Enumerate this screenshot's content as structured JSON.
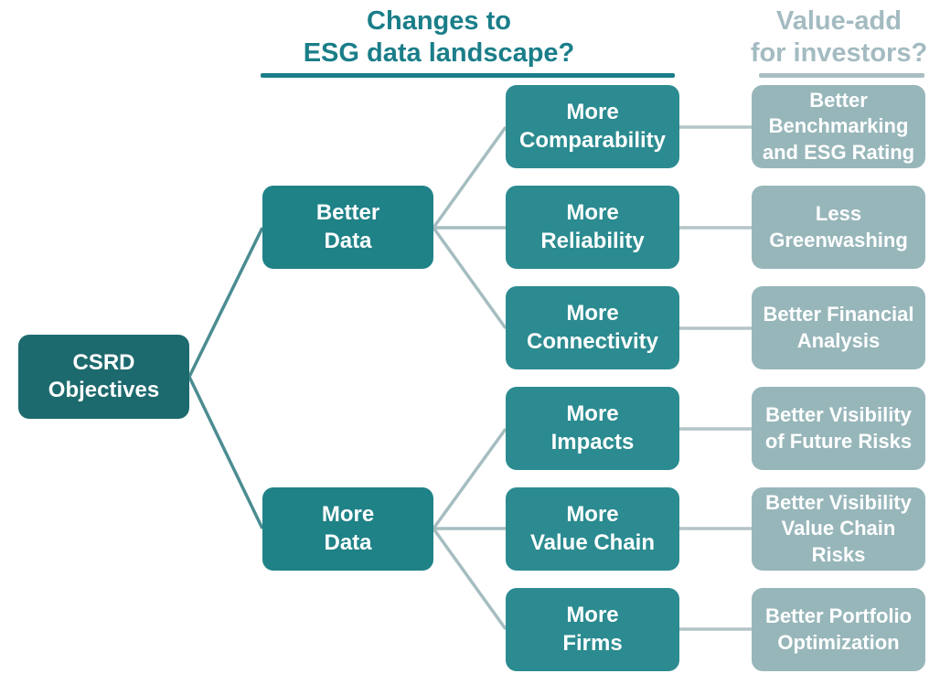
{
  "headers": {
    "changes": {
      "text": "Changes to\nESG data landscape?"
    },
    "value_add": {
      "text": "Value-add\nfor investors?"
    }
  },
  "colors": {
    "root_box": "#1d6a6e",
    "level2_box": "#1f8287",
    "level3_box": "#2b8b90",
    "level4_box": "#97b6ba",
    "teal_header": "#1a7e89",
    "gray_header": "#a3bbc1",
    "dark_connector": "#4b8c91",
    "light_connector": "#a5bdc0"
  },
  "tree": {
    "root": {
      "label": "CSRD\nObjectives"
    },
    "level2": [
      {
        "label": "Better\nData"
      },
      {
        "label": "More\nData"
      }
    ],
    "level3": [
      {
        "label": "More\nComparability"
      },
      {
        "label": "More\nReliability"
      },
      {
        "label": "More\nConnectivity"
      },
      {
        "label": "More\nImpacts"
      },
      {
        "label": "More\nValue Chain"
      },
      {
        "label": "More\nFirms"
      }
    ],
    "level4": [
      {
        "label": "Better\nBenchmarking\nand ESG Rating"
      },
      {
        "label": "Less\nGreenwashing"
      },
      {
        "label": "Better Financial\nAnalysis"
      },
      {
        "label": "Better Visibility\nof Future Risks"
      },
      {
        "label": "Better Visibility\nValue Chain\nRisks"
      },
      {
        "label": "Better Portfolio\nOptimization"
      }
    ]
  }
}
